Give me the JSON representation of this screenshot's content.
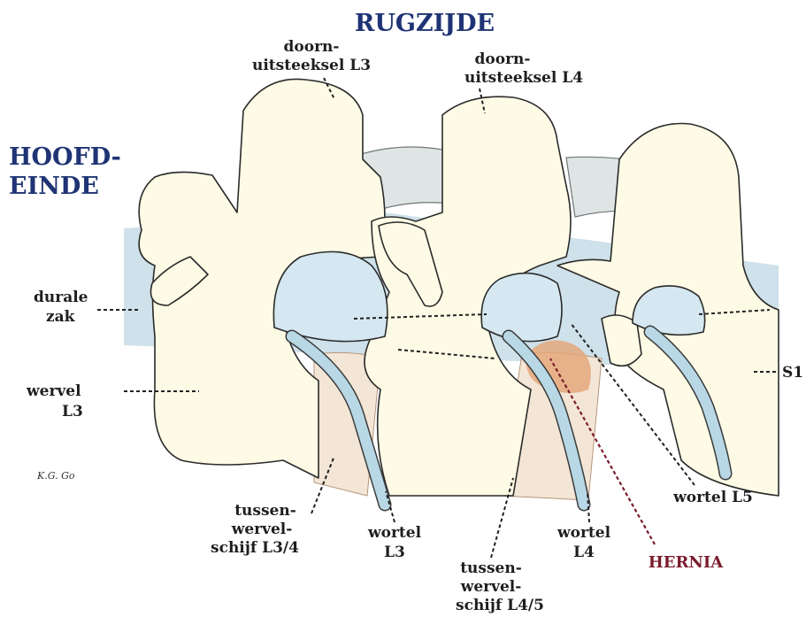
{
  "labels": {
    "rugzijde": "RUGZIJDE",
    "hoofdeinde_1": "HOOFD-",
    "hoofdeinde_2": "EINDE",
    "doorn_l3_1": "doorn-",
    "doorn_l3_2": "uitsteeksel L3",
    "doorn_l4_1": "doorn-",
    "doorn_l4_2": "uitsteeksel L4",
    "durale_1": "durale",
    "durale_2": "zak",
    "wervel_1": "wervel",
    "wervel_2": "L3",
    "s1": "S1",
    "signature": "K.G. Go",
    "tussen_l34_1": "tussen-",
    "tussen_l34_2": "wervel-",
    "tussen_l34_3": "schijf L3/4",
    "wortel_l3_1": "wortel",
    "wortel_l3_2": "L3",
    "tussen_l45_1": "tussen-",
    "tussen_l45_2": "wervel-",
    "tussen_l45_3": "schijf L4/5",
    "wortel_l4_1": "wortel",
    "wortel_l4_2": "L4",
    "wortel_l5": "wortel L5",
    "hernia": "HERNIA"
  },
  "colors": {
    "heading": "#1f3474",
    "hernia": "#7a1c2c",
    "bone": "#fdfbe5",
    "dura": "#cfe1ea",
    "disc": "#f3e6d6"
  }
}
